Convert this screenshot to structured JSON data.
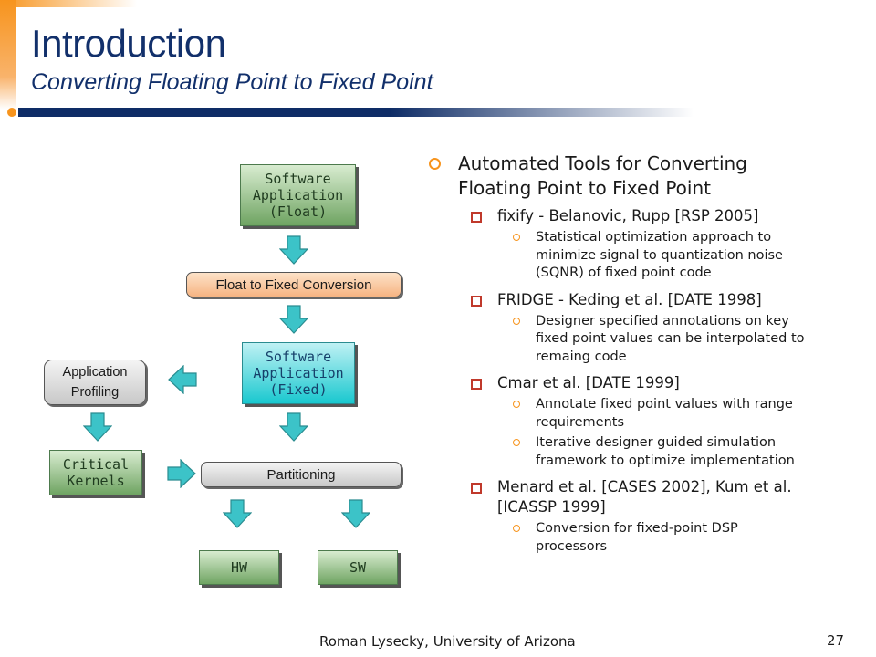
{
  "slide": {
    "title": "Introduction",
    "subtitle": "Converting Floating Point to Fixed Point",
    "footer": "Roman Lysecky, University of Arizona",
    "page_number": "27"
  },
  "diagram": {
    "sw_float": [
      "Software",
      "Application",
      "(Float)"
    ],
    "conversion": "Float to Fixed Conversion",
    "sw_fixed": [
      "Software",
      "Application",
      "(Fixed)"
    ],
    "profiling": [
      "Application",
      "Profiling"
    ],
    "kernels": [
      "Critical",
      "Kernels"
    ],
    "partitioning": "Partitioning",
    "hw": "HW",
    "sw": "SW"
  },
  "bullets": {
    "main": [
      "Automated Tools for Converting",
      "Floating Point to Fixed Point"
    ],
    "items": [
      {
        "text": "fixify - Belanovic, Rupp [RSP 2005]",
        "subs": [
          [
            "Statistical optimization approach to",
            "minimize signal to quantization noise",
            "(SQNR) of fixed point code"
          ]
        ]
      },
      {
        "text": "FRIDGE - Keding et al. [DATE 1998]",
        "subs": [
          [
            "Designer specified annotations on key",
            "fixed point values can be interpolated to",
            "remaing code"
          ]
        ]
      },
      {
        "text": "Cmar et al. [DATE 1999]",
        "subs": [
          [
            "Annotate fixed point values with range",
            "requirements"
          ],
          [
            "Iterative designer guided simulation",
            "framework to optimize implementation"
          ]
        ]
      },
      {
        "text": [
          "Menard et al. [CASES 2002], Kum et al.",
          "[ICASSP 1999]"
        ],
        "subs": [
          [
            "Conversion for fixed-point DSP",
            "processors"
          ]
        ]
      }
    ]
  },
  "colors": {
    "accent": "#f7941d",
    "title": "#12306b",
    "bar": "#0e2c66"
  }
}
